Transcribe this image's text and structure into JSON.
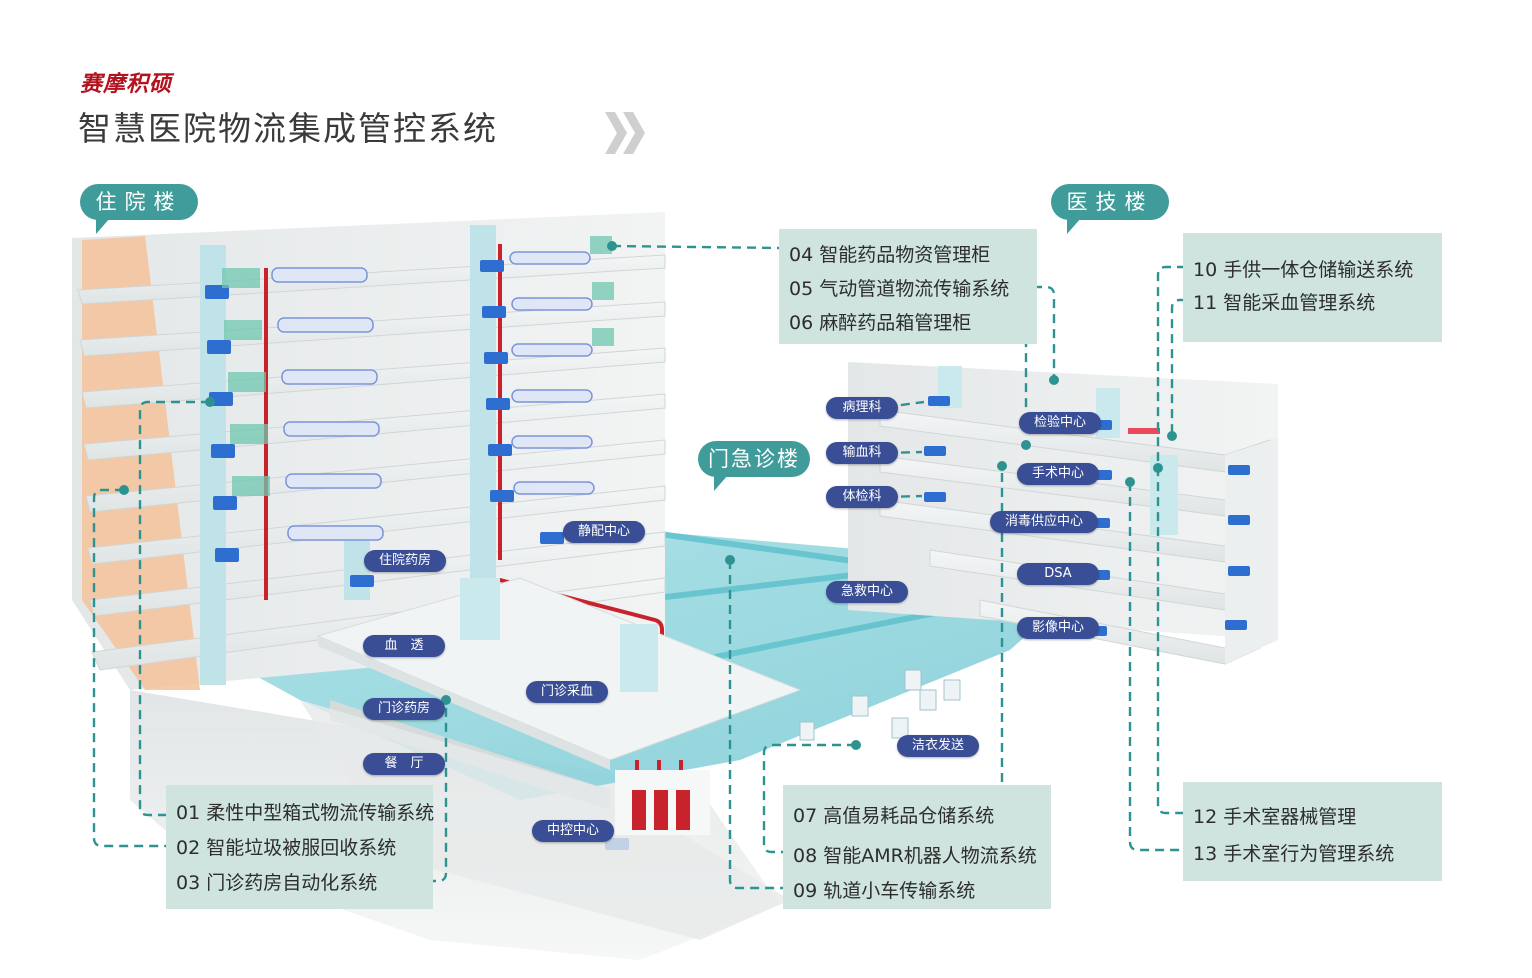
{
  "header": {
    "brand": "赛摩积硕",
    "title": "智慧医院物流集成管控系统",
    "chevron_icon": "double-chevron-right-icon"
  },
  "buildings": {
    "inpatient": "住院楼",
    "outpatient": "门急诊楼",
    "medtech": "医技楼"
  },
  "departments": {
    "pathology": "病理科",
    "transfusion": "输血科",
    "checkup": "体检科",
    "lab_center": "检验中心",
    "surgery_center": "手术中心",
    "sterile_supply": "消毒供应中心",
    "dsa": "DSA",
    "imaging_center": "影像中心",
    "emergency_center": "急救中心",
    "iv_center": "静配中心",
    "inpatient_pharmacy": "住院药房",
    "dialysis": "血　透",
    "outpatient_blood": "门诊采血",
    "outpatient_pharmacy": "门诊药房",
    "canteen": "餐　厅",
    "control_center": "中控中心",
    "clean_linen": "洁衣发送"
  },
  "systems": {
    "box_left": [
      "01 柔性中型箱式物流传输系统",
      "02 智能垃圾被服回收系统",
      "03 门诊药房自动化系统"
    ],
    "box_top_mid": [
      "04 智能药品物资管理柜",
      "05 气动管道物流传输系统",
      "06 麻醉药品箱管理柜"
    ],
    "box_bottom_mid": [
      "07 高值易耗品仓储系统",
      "08 智能AMR机器人物流系统",
      "09 轨道小车传输系统"
    ],
    "box_top_right": [
      "10 手供一体仓储输送系统",
      "11 智能采血管理系统"
    ],
    "box_bottom_right": [
      "12 手术室器械管理",
      "13 手术室行为管理系统"
    ]
  },
  "colors": {
    "brand_red": "#b3121e",
    "teal": "#3f9c9a",
    "tag_blue": "#3a4e95",
    "box_bg": "#cfe4df",
    "pneumatic_red": "#c8232c",
    "floor_cyan": "#8fd3dc"
  }
}
